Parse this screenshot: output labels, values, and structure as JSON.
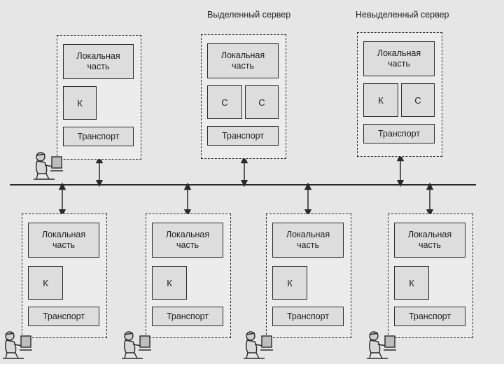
{
  "labels": {
    "local_part": "Локальная\nчасть",
    "transport": "Транспорт",
    "client": "К",
    "server": "С",
    "dedicated_server": "Выделенный\nсервер",
    "nondedicated_server": "Невыделенный\nсервер"
  },
  "icons": {
    "workstation_user": "person-at-computer-icon"
  },
  "colors": {
    "line": "#2a2a2a",
    "background": "#e6e6e6"
  }
}
